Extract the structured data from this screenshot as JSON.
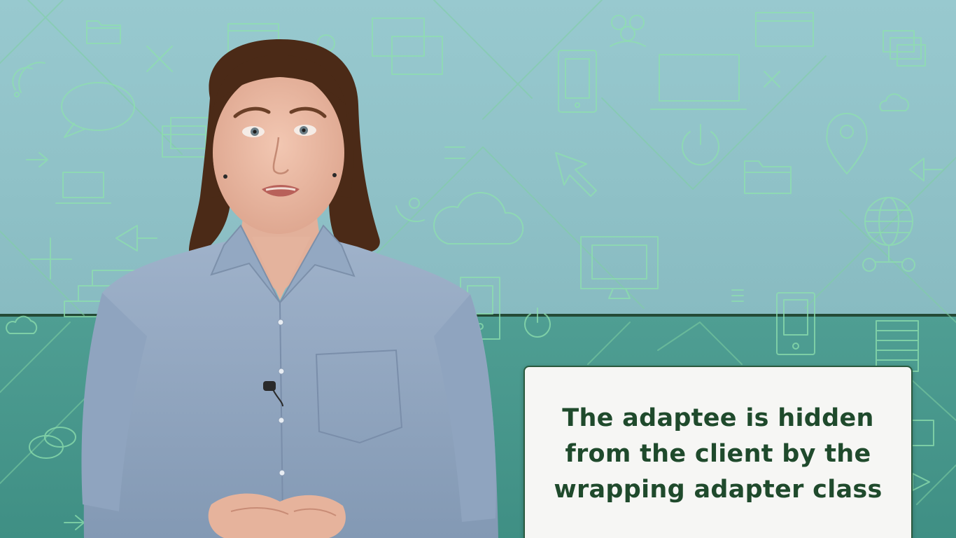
{
  "caption": {
    "lines": [
      "The adaptee is hidden",
      "from the client by the",
      "wrapping adapter class"
    ]
  },
  "colors": {
    "background_top": "#93c4ca",
    "background_bottom": "#4a998e",
    "divider": "#244a36",
    "doodle_stroke": "#7fd0a2",
    "caption_text": "#1f4a2c",
    "caption_border": "#2b5a3e",
    "shirt": "#8ea3bd",
    "hair": "#4b2a17"
  },
  "icons": [
    "folder-icon",
    "chat-bubble-icon",
    "laptop-icon",
    "windows-stack-icon",
    "smartphone-icon",
    "monitor-icon",
    "people-group-icon",
    "power-icon",
    "map-pin-icon",
    "cursor-arrow-icon",
    "cloud-icon",
    "globe-network-icon",
    "server-rack-icon",
    "wifi-icon",
    "close-x-icon",
    "arrow-left-icon"
  ]
}
